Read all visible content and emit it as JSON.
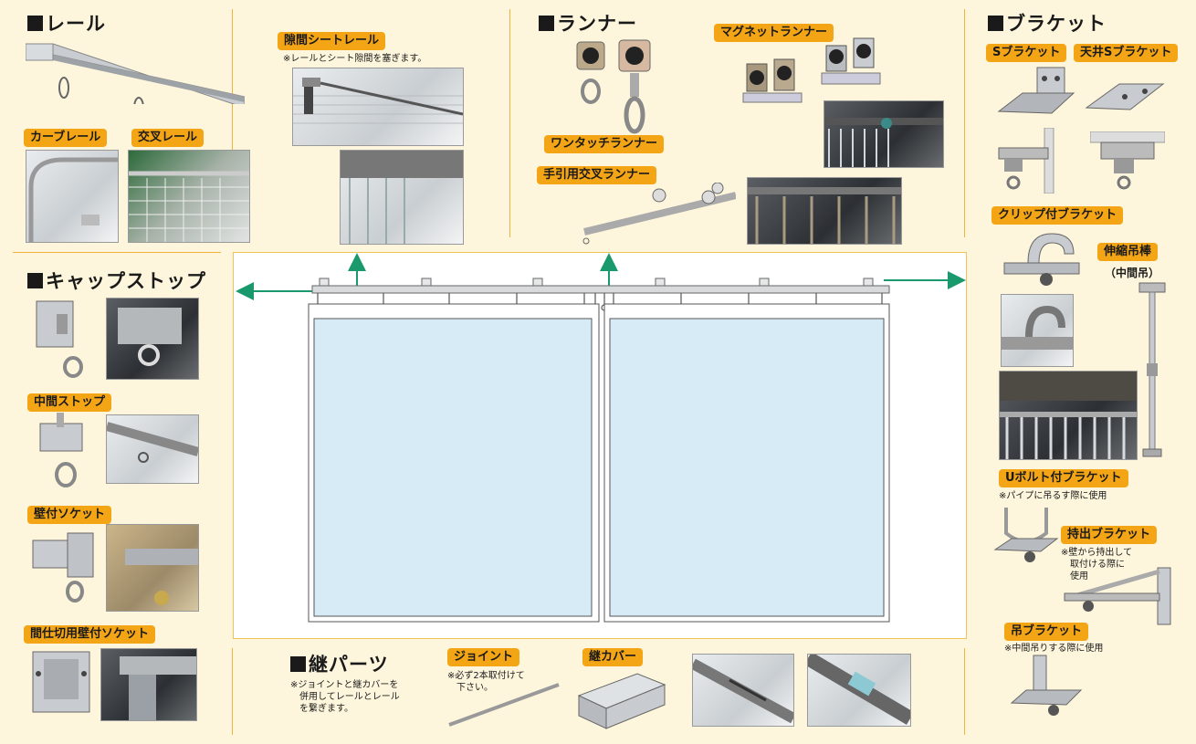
{
  "sections": {
    "rail": "レール",
    "runner": "ランナー",
    "bracket": "ブラケット",
    "capstop": "キャップストップ",
    "joint_parts": "継パーツ"
  },
  "tags": {
    "sukima_sheet_rail": "隙間シートレール",
    "curve_rail": "カーブレール",
    "cross_rail": "交叉レール",
    "one_touch_runner": "ワンタッチランナー",
    "magnet_runner": "マグネットランナー",
    "hand_cross_runner": "手引用交叉ランナー",
    "s_bracket": "Sブラケット",
    "ceiling_s_bracket": "天井Sブラケット",
    "clip_bracket": "クリップ付ブラケット",
    "extension_rod": "伸縮吊棒",
    "u_bolt_bracket": "Uボルト付ブラケット",
    "extend_bracket": "持出ブラケット",
    "hang_bracket": "吊ブラケット",
    "middle_stop": "中間ストップ",
    "wall_socket": "壁付ソケット",
    "partition_wall_socket": "間仕切用壁付ソケット",
    "joint": "ジョイント",
    "joint_cover": "継カバー"
  },
  "notes": {
    "sukima": "※レールとシート隙間を塞ぎます。",
    "extension_sub": "（中間吊）",
    "u_bolt": "※パイプに吊るす際に使用",
    "extend": "※壁から持出して\n　取付ける際に\n　使用",
    "hang": "※中間吊りする際に使用",
    "joint_parts": "※ジョイントと継カバーを\n　併用してレールとレール\n　を繋ぎます。",
    "joint": "※必ず2本取付けて\n　下さい。"
  },
  "colors": {
    "background": "#fef6dc",
    "tag": "#f4a516",
    "arrow": "#1a9a6c",
    "curtain": "#d6ebf5"
  }
}
